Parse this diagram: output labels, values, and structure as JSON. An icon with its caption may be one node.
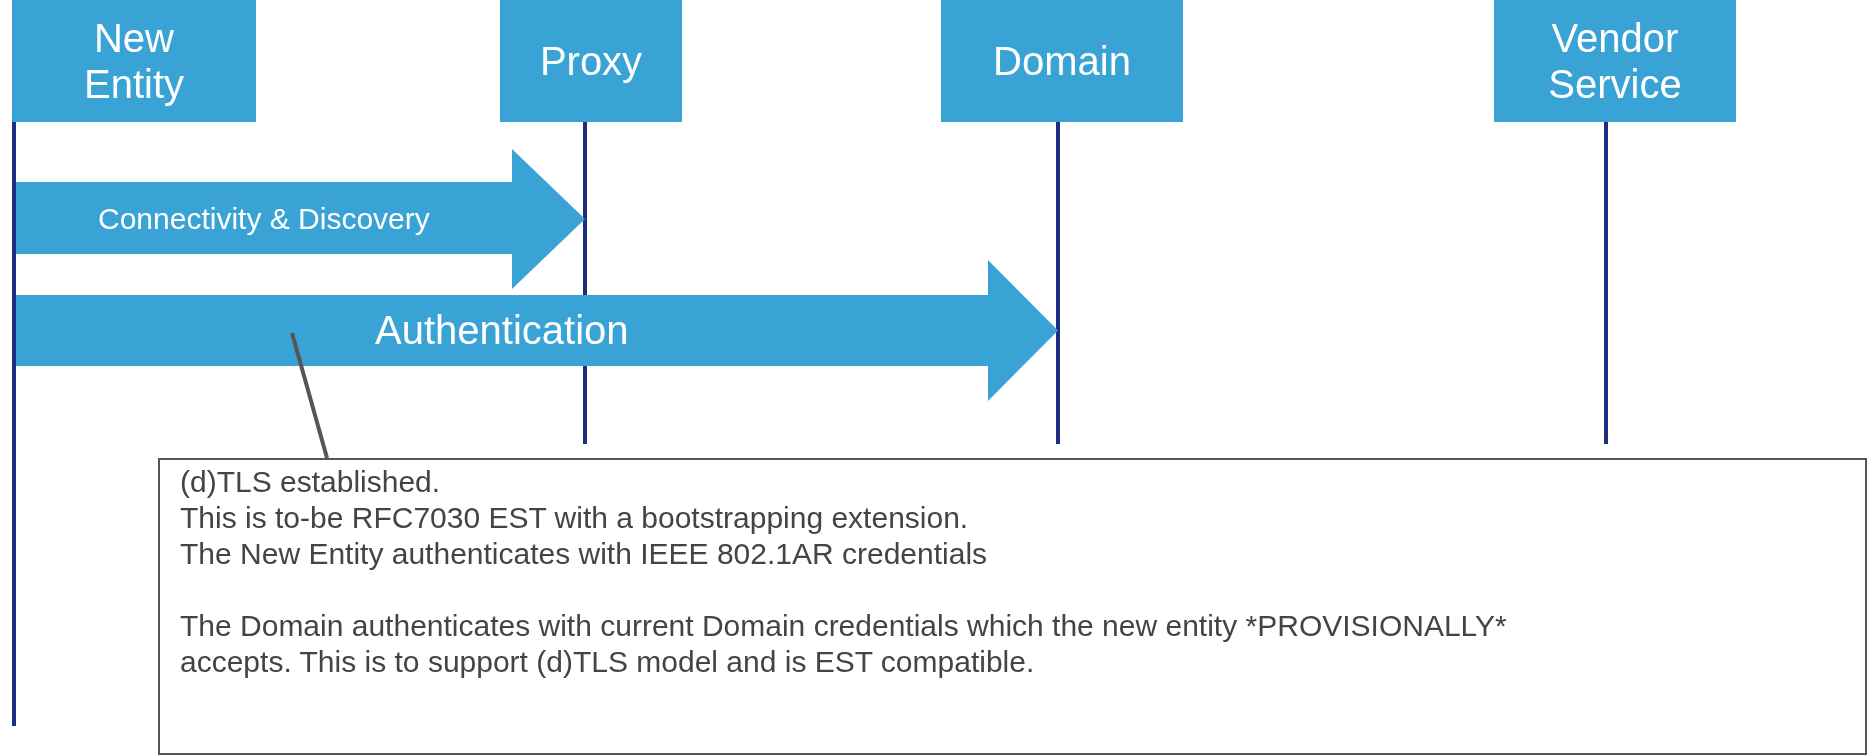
{
  "diagram": {
    "nodes": [
      {
        "text": [
          "New Entity"
        ]
      },
      {
        "text": [
          "Proxy"
        ]
      },
      {
        "text": [
          "Domain"
        ]
      },
      {
        "text": [
          "Vendor Service"
        ]
      },
      {
        "text": [
          "(d)TLS established.",
          "This is to-be RFC7030 EST with a bootstrapping extension.",
          "The New Entity authenticates with IEEE 802.1AR credentials",
          "The Domain authenticates with current Domain credentials which the new entity *PROVISIONALLY* accepts. This is to support (d)TLS model and is EST compatible."
        ]
      }
    ],
    "edges": [
      {
        "from": 0,
        "to": 1,
        "arrow": "to",
        "label": "Connectivity & Discovery",
        "style": "thick"
      },
      {
        "from": 0,
        "to": 2,
        "arrow": "to",
        "label": "Authentication",
        "style": "thick"
      },
      {
        "from": 4,
        "to": null,
        "arrow": "none"
      }
    ]
  }
}
